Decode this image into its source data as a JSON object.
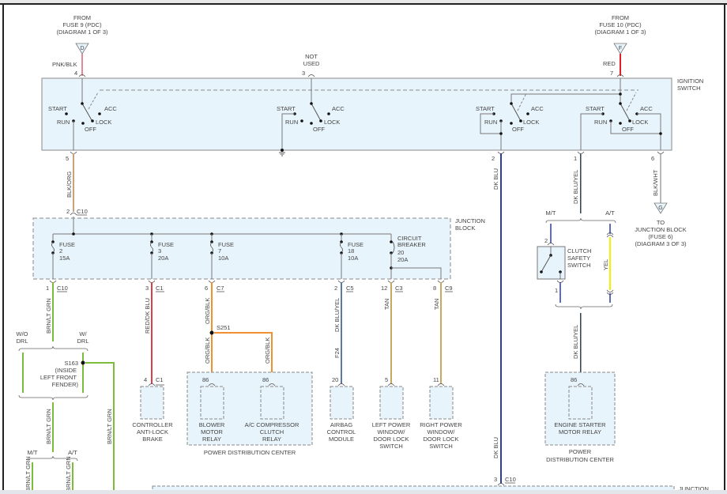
{
  "title": "Ignition Switch / Junction Block Wiring Diagram",
  "colors": {
    "component_fill": "#e8f4fb",
    "outline": "#8a8a8a",
    "wire_pnk_blk": "#e38a9a",
    "wire_red": "#e0202a",
    "wire_blk_org": "#c9a27a",
    "wire_dk_blu": "#2a3f9a",
    "wire_dk_blu_yel": "#2a3f9a",
    "wire_blk_wht": "#888888",
    "wire_brn_lt_grn": "#7cbc3a",
    "wire_red_dk_blu": "#d8404a",
    "wire_org_blk": "#f09030",
    "wire_tan": "#c8a860",
    "wire_yel": "#f2f200"
  },
  "sources": {
    "fuse9": {
      "lines": [
        "FROM",
        "FUSE 9 (PDC)",
        "(DIAGRAM 1 OF 3)"
      ],
      "connector": "D",
      "wire": "PNK/BLK",
      "pin": "4"
    },
    "not_used": {
      "lines": [
        "NOT",
        "USED"
      ],
      "pin": "3"
    },
    "fuse10": {
      "lines": [
        "FROM",
        "FUSE 10 (PDC)",
        "(DIAGRAM 1 OF 3)"
      ],
      "connector": "F",
      "wire": "RED",
      "pin": "7"
    }
  },
  "ignition_switch": {
    "label": [
      "IGNITION",
      "SWITCH"
    ],
    "positions": {
      "start": "START",
      "run": "RUN",
      "acc": "ACC",
      "lock": "LOCK",
      "off": "OFF"
    },
    "output_pins": {
      "p5": "5",
      "p2": "2",
      "p1": "1",
      "p6": "6"
    }
  },
  "wires_top": {
    "blk_org": "BLK/ORG",
    "dk_blu": "DK BLU",
    "dk_blu_yel": "DK BLU/YEL",
    "blk_wht": "BLK/WHT"
  },
  "to_junction": {
    "connector": "G",
    "lines": [
      "TO",
      "JUNCTION BLOCK",
      "(FUSE 6)",
      "(DIAGRAM 3 OF 3)"
    ]
  },
  "junction_block": {
    "label": [
      "JUNCTION",
      "BLOCK"
    ],
    "input": {
      "pin": "2",
      "connector": "C10"
    },
    "fuses": [
      {
        "name": "FUSE",
        "number": "2",
        "rating": "15A",
        "pin": "1",
        "connector": "C10",
        "wire": "BRN/LT GRN"
      },
      {
        "name": "FUSE",
        "number": "3",
        "rating": "20A",
        "pin": "3",
        "connector": "C1",
        "wire": "RED/DK BLU"
      },
      {
        "name": "FUSE",
        "number": "7",
        "rating": "10A",
        "pin": "6",
        "connector": "C7",
        "wire": "ORG/BLK"
      },
      {
        "name": "FUSE",
        "number": "18",
        "rating": "10A",
        "pin": "2",
        "connector": "C5",
        "wire": "DK BLU/YEL"
      },
      {
        "name": "CIRCUIT BREAKER",
        "name_lines": [
          "CIRCUIT",
          "BREAKER"
        ],
        "number": "20",
        "rating": "20A",
        "pin": "12",
        "connector": "C3",
        "wire": "TAN"
      }
    ],
    "extra_output": {
      "pin": "8",
      "connector": "C9",
      "wire": "TAN"
    }
  },
  "drl": {
    "wo_drl": [
      "W/O",
      "DRL"
    ],
    "w_drl": [
      "W/",
      "DRL"
    ],
    "splice": "S163",
    "splice_desc": [
      "(INSIDE",
      "LEFT FRONT",
      "FENDER)"
    ],
    "wire": "BRN/LT GRN",
    "mt": "M/T",
    "at": "A/T",
    "wire_partial": "BRN/LT GRN"
  },
  "splice_s251": {
    "label": "S251",
    "wire": "ORG/BLK"
  },
  "airbag_circuit": "F24",
  "clutch": {
    "mt": "M/T",
    "at": "A/T",
    "label": [
      "CLUTCH",
      "SAFETY",
      "SWITCH"
    ],
    "pin_top": "2",
    "pin_bottom": "1",
    "yel_wire": "YEL",
    "out_wire": "DK BLU/YEL"
  },
  "components": {
    "abs": {
      "pin": "4",
      "connector": "C1",
      "label": [
        "CONTROLLER",
        "ANTI-LOCK",
        "BRAKE"
      ]
    },
    "blower": {
      "pin": "86",
      "label": [
        "BLOWER",
        "MOTOR",
        "RELAY"
      ]
    },
    "ac": {
      "pin": "86",
      "label": [
        "A/C COMPRESSOR",
        "CLUTCH",
        "RELAY"
      ]
    },
    "pdc1_label": "POWER DISTRIBUTION CENTER",
    "airbag": {
      "pin": "20",
      "label": [
        "AIRBAG",
        "CONTROL",
        "MODULE"
      ]
    },
    "left_pw": {
      "pin": "5",
      "label": [
        "LEFT POWER",
        "WINDOW/",
        "DOOR LOCK",
        "SWITCH"
      ]
    },
    "right_pw": {
      "pin": "11",
      "label": [
        "RIGHT POWER",
        "WINDOW/",
        "DOOR LOCK",
        "SWITCH"
      ]
    },
    "starter": {
      "pin": "86",
      "label": [
        "ENGINE STARTER",
        "MOTOR RELAY"
      ]
    },
    "pdc2_label": [
      "POWER",
      "DISTRIBUTION CENTER"
    ]
  },
  "bottom": {
    "pin": "3",
    "connector": "C10",
    "junction_label": "JUNCTION",
    "dk_blu": "DK BLU"
  }
}
